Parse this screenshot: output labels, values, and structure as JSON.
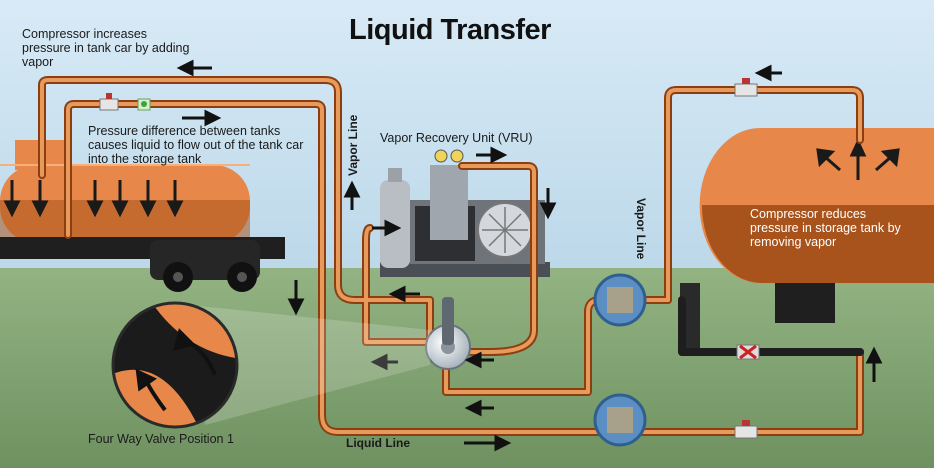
{
  "title": "Liquid Transfer",
  "labels": {
    "compressor_increases": "Compressor increases pressure in tank car by adding vapor",
    "pressure_difference": "Pressure difference between tanks causes liquid to flow out of the tank car into the storage tank",
    "vru": "Vapor Recovery Unit (VRU)",
    "vapor_line_left": "Vapor Line",
    "vapor_line_right": "Vapor Line",
    "compressor_reduces": "Compressor reduces pressure in storage tank by removing vapor",
    "four_way_valve": "Four Way Valve Position 1",
    "liquid_line": "Liquid Line"
  },
  "colors": {
    "pipe_outer": "#8c3e12",
    "pipe_inner": "#e79a59",
    "tank": "#e8874a",
    "tank_dark": "#a9531c",
    "sky": "#cfe4f1",
    "grass": "#86a777"
  }
}
